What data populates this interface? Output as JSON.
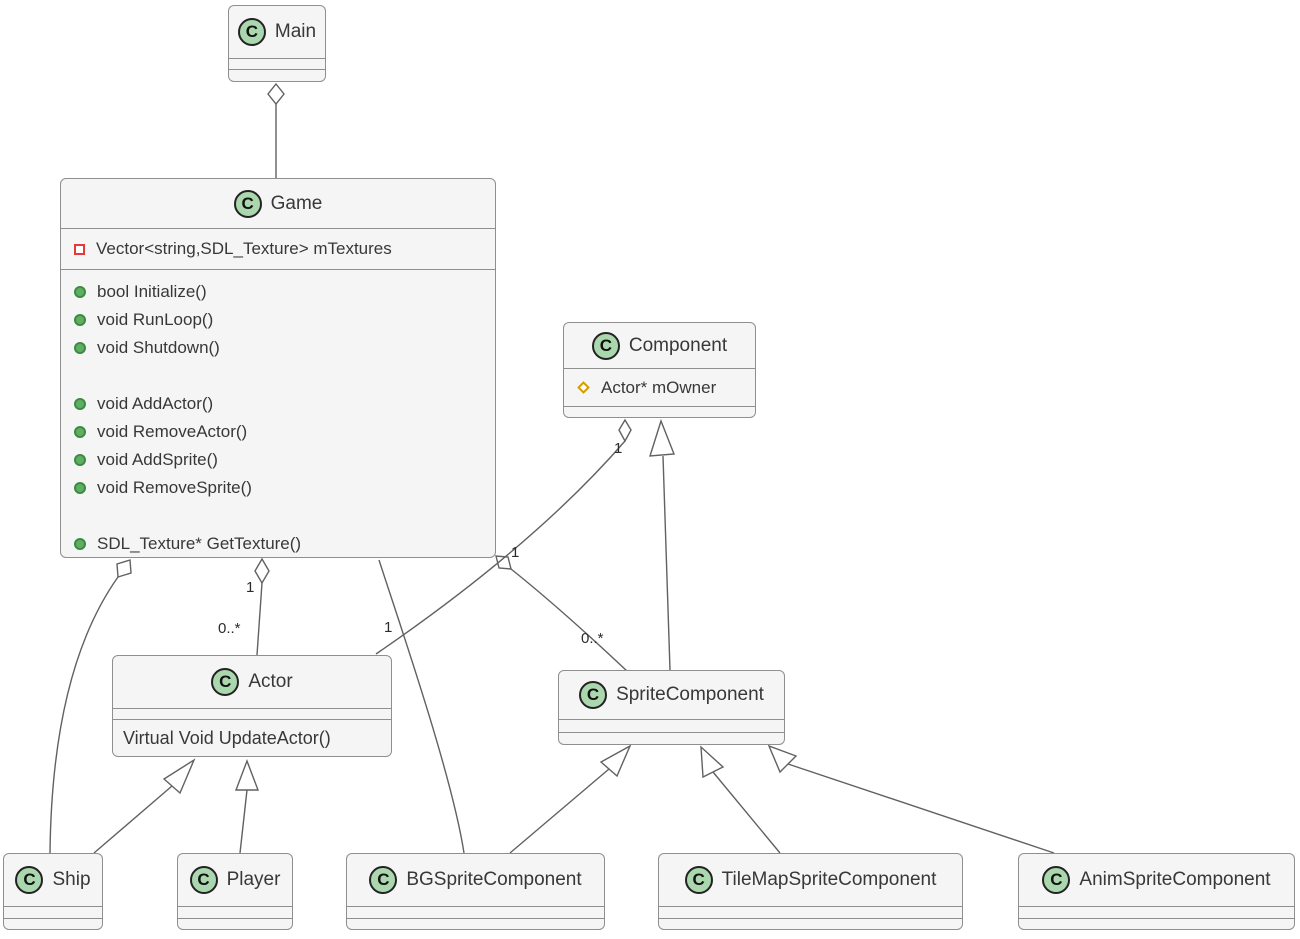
{
  "colors": {
    "box_fill": "#f5f5f5",
    "box_border": "#8f8f8f",
    "line": "#616161",
    "text": "#383838",
    "icon_fill": "#aad7ae",
    "icon_border": "#222222",
    "private": "#e53935",
    "protected": "#d79b00",
    "public_fill": "#5fae63",
    "public_border": "#3d8b42"
  },
  "icons": {
    "class_letter": "C"
  },
  "classes": {
    "main": {
      "name": "Main"
    },
    "game": {
      "name": "Game",
      "attributes": [
        {
          "visibility": "private",
          "text": "Vector<string,SDL_Texture> mTextures"
        }
      ],
      "methods": [
        "bool Initialize()",
        "void RunLoop()",
        "void Shutdown()",
        "",
        "void AddActor()",
        "void RemoveActor()",
        "void AddSprite()",
        "void RemoveSprite()",
        "",
        "SDL_Texture* GetTexture()"
      ]
    },
    "component": {
      "name": "Component",
      "attributes": [
        {
          "visibility": "protected",
          "text": "Actor* mOwner"
        }
      ]
    },
    "actor": {
      "name": "Actor",
      "methods": [
        "Virtual Void UpdateActor()"
      ]
    },
    "sprite": {
      "name": "SpriteComponent"
    },
    "ship": {
      "name": "Ship"
    },
    "player": {
      "name": "Player"
    },
    "bg": {
      "name": "BGSpriteComponent"
    },
    "tilemap": {
      "name": "TileMapSpriteComponent"
    },
    "anim": {
      "name": "AnimSpriteComponent"
    }
  },
  "edges": {
    "main_game": {
      "type": "aggregation",
      "whole": "Main",
      "part": "Game"
    },
    "game_ship": {
      "type": "aggregation",
      "whole": "Game",
      "part": "Ship"
    },
    "game_actor": {
      "type": "aggregation",
      "whole": "Game",
      "part": "Actor",
      "source_label": "1",
      "target_label": "0..*"
    },
    "game_sprite": {
      "type": "aggregation",
      "whole": "Game",
      "part": "SpriteComponent",
      "source_label": "1",
      "target_label": "0..*"
    },
    "game_bg": {
      "type": "association",
      "from": "Game",
      "to": "BGSpriteComponent"
    },
    "component_actor": {
      "type": "aggregation",
      "whole": "Component",
      "part": "Actor",
      "source_label": "1",
      "target_label": "1"
    },
    "sprite_component": {
      "type": "inheritance",
      "child": "SpriteComponent",
      "parent": "Component"
    },
    "ship_actor": {
      "type": "inheritance",
      "child": "Ship",
      "parent": "Actor"
    },
    "player_actor": {
      "type": "inheritance",
      "child": "Player",
      "parent": "Actor"
    },
    "bg_sprite": {
      "type": "inheritance",
      "child": "BGSpriteComponent",
      "parent": "SpriteComponent"
    },
    "tilemap_sprite": {
      "type": "inheritance",
      "child": "TileMapSpriteComponent",
      "parent": "SpriteComponent"
    },
    "anim_sprite": {
      "type": "inheritance",
      "child": "AnimSpriteComponent",
      "parent": "SpriteComponent"
    }
  }
}
